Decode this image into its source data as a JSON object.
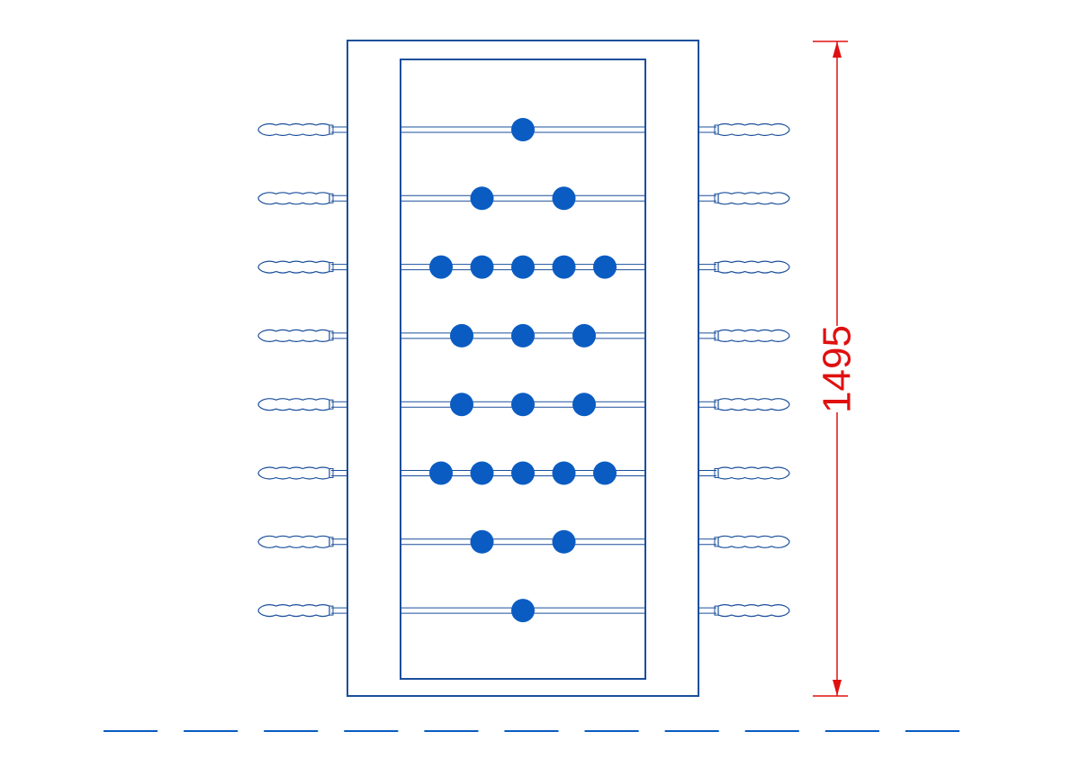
{
  "colors": {
    "line": "#1a4f9c",
    "player": "#0a5cc2",
    "dimension": "#e01010",
    "background": "#ffffff"
  },
  "table": {
    "rods": [
      {
        "players": 1
      },
      {
        "players": 2
      },
      {
        "players": 5
      },
      {
        "players": 3
      },
      {
        "players": 3
      },
      {
        "players": 5
      },
      {
        "players": 2
      },
      {
        "players": 1
      }
    ]
  },
  "dimension": {
    "value": "1495",
    "orientation": "vertical"
  },
  "ground_line": {
    "style": "dashed",
    "segments": 11
  }
}
